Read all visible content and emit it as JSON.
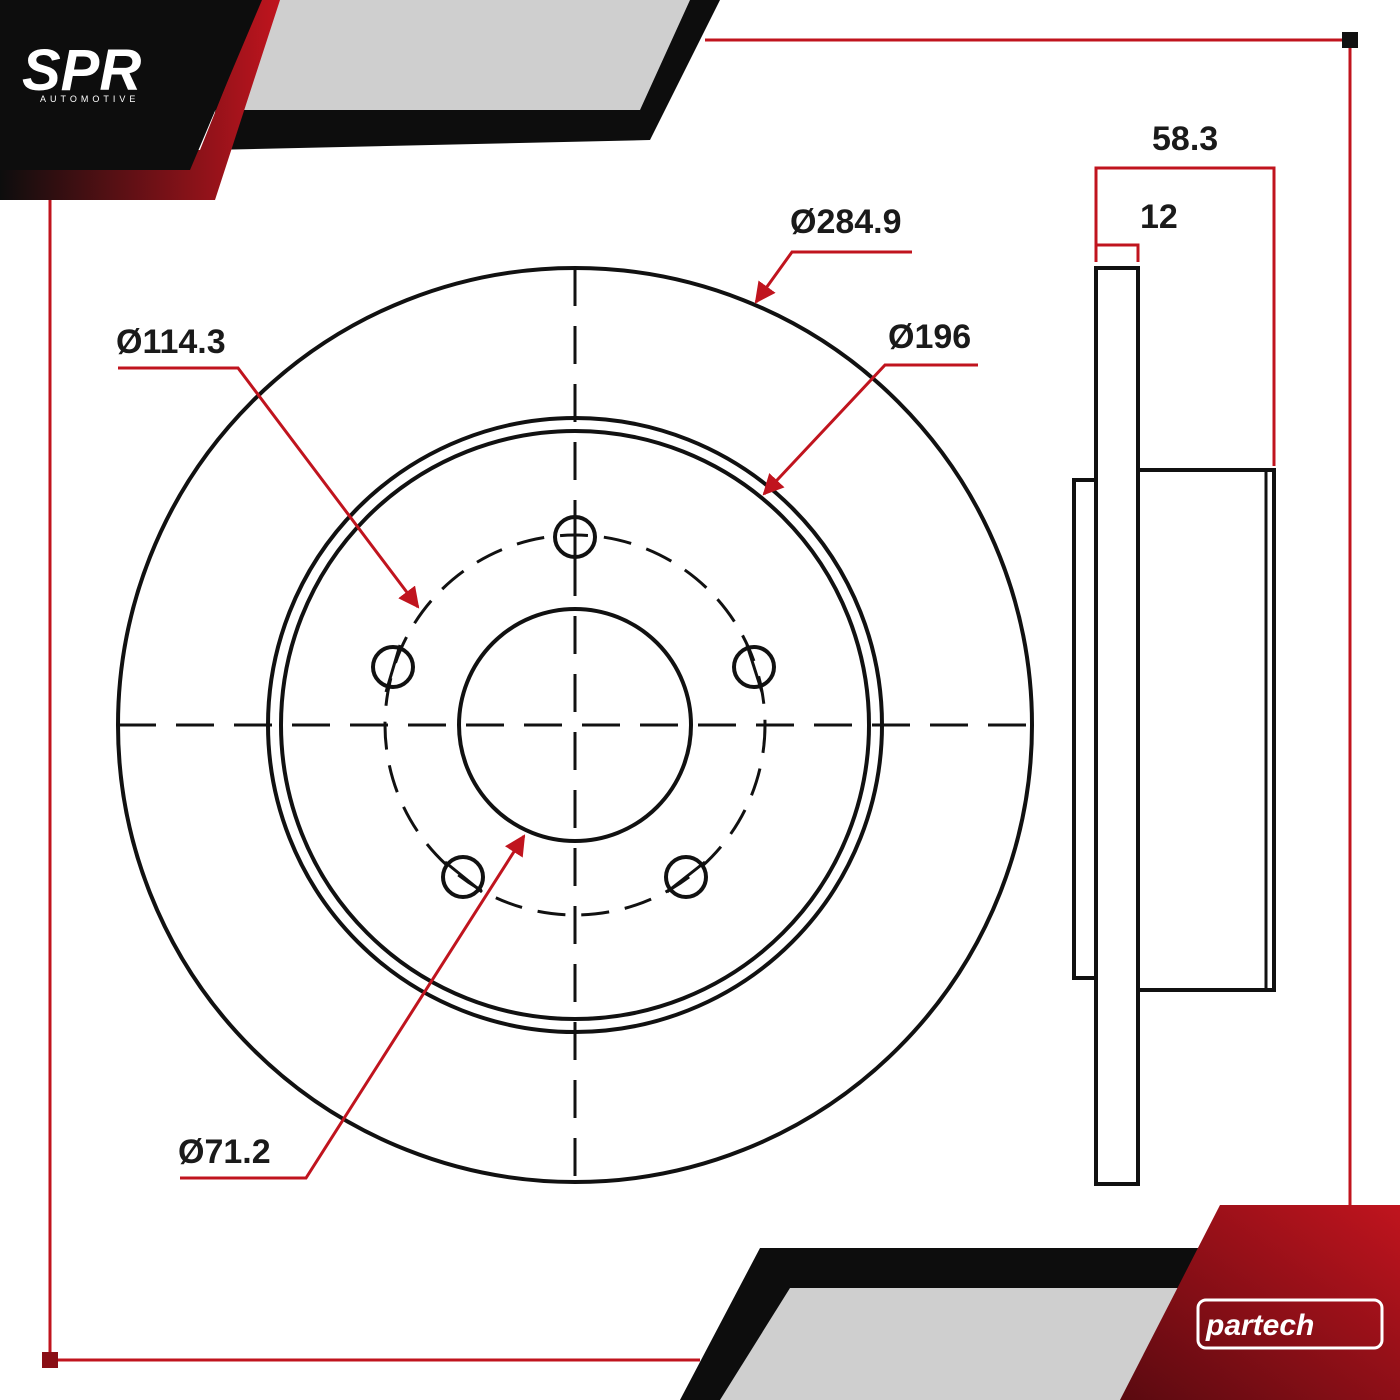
{
  "brand": {
    "logo_text": "SPR",
    "logo_subtext": "AUTOMOTIVE",
    "secondary_logo_text": "partech"
  },
  "dimensions": {
    "outer_diameter": "Ø284.9",
    "hat_diameter": "Ø196",
    "bolt_circle": "Ø114.3",
    "center_bore": "Ø71.2",
    "overall_height": "58.3",
    "disc_thickness": "12"
  },
  "colors": {
    "accent": "#c0141e",
    "line": "#111111",
    "dark_banner": "#0d0d0d",
    "grey_banner": "#cfcfcf"
  }
}
